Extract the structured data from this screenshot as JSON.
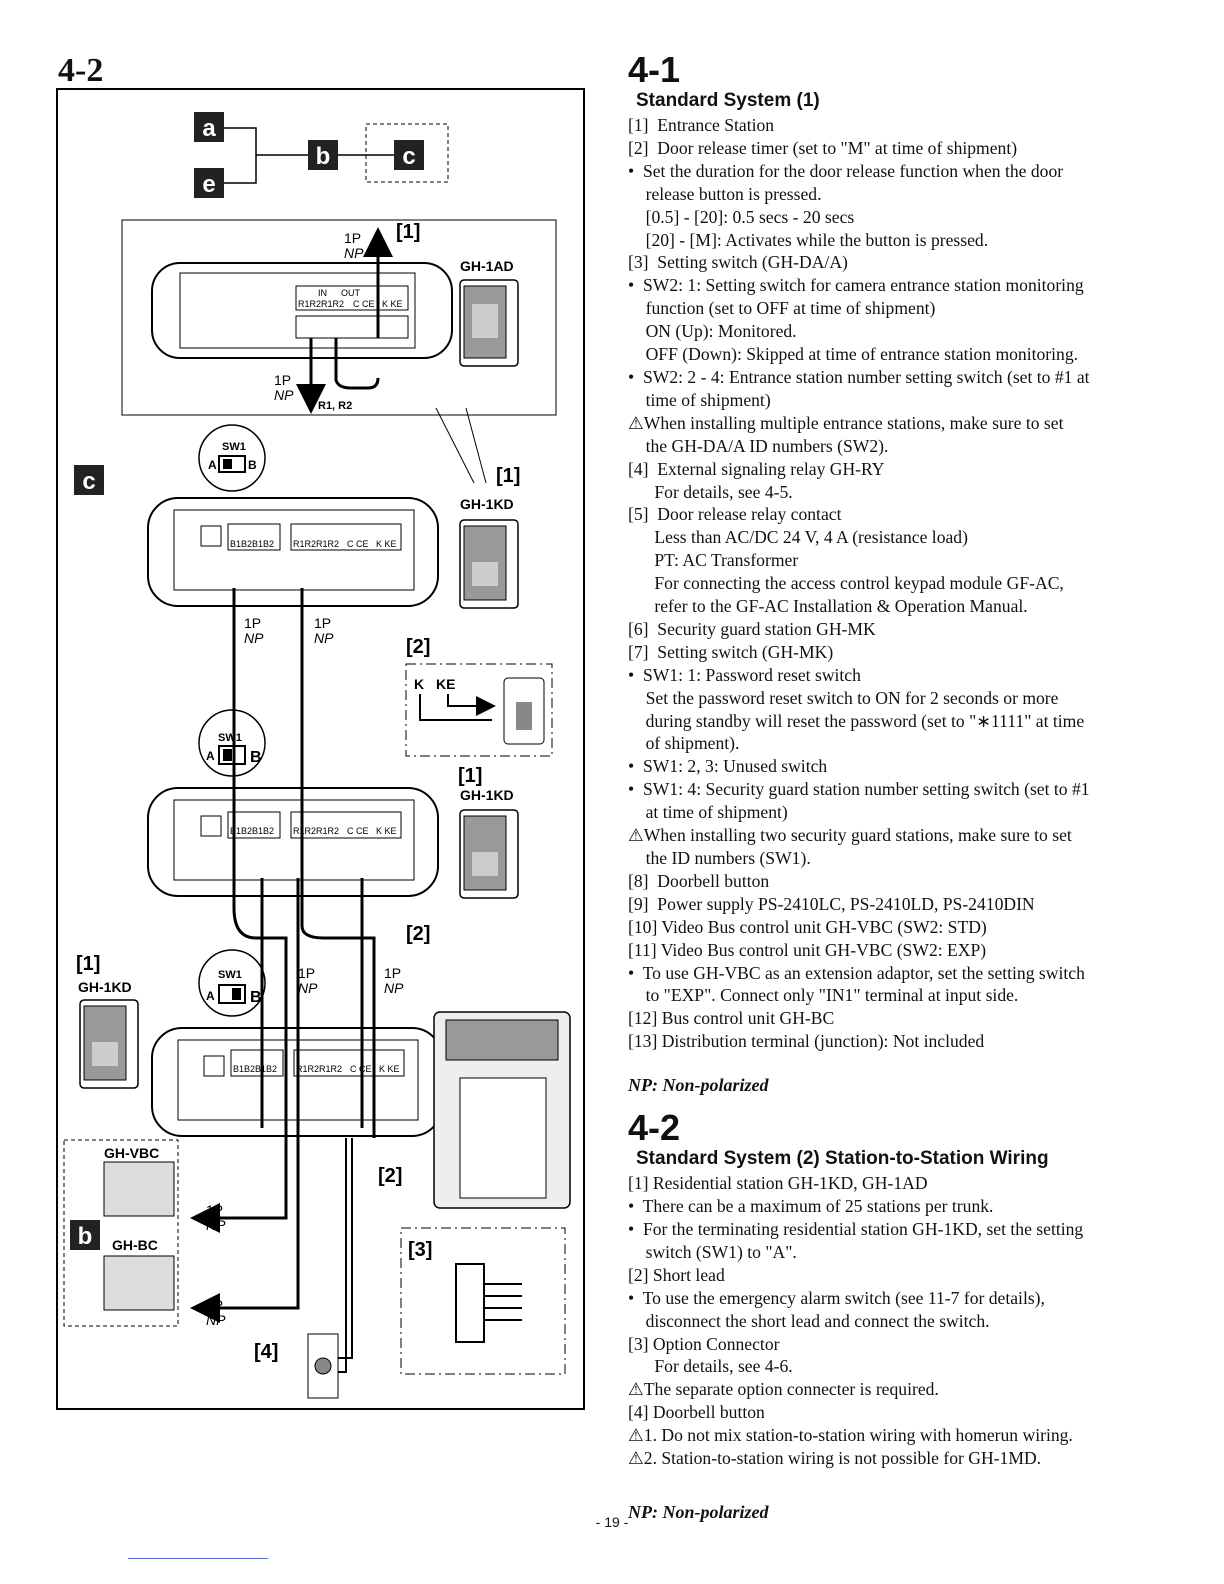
{
  "diagram": {
    "heading": "4-2",
    "legend": {
      "a": "a",
      "b": "b",
      "c": "c",
      "e": "e"
    },
    "labels": {
      "p1": "1P",
      "np": "NP",
      "r1r2": "R1, R2",
      "ref1": "[1]",
      "ref2": "[2]",
      "ref3": "[3]",
      "ref4": "[4]",
      "gh1ad": "GH-1AD",
      "gh1kd": "GH-1KD",
      "ghvbc": "GH-VBC",
      "ghbc": "GH-BC",
      "sw1": "SW1",
      "A": "A",
      "B": "B",
      "K": "K",
      "KE": "KE",
      "in": "IN",
      "out": "OUT",
      "t_r1r2": "R1R2R1R2",
      "t_b": "B1B2B1B2",
      "t_cce": "C CE",
      "t_kke": "K KE"
    }
  },
  "sec1": {
    "num": "4-1",
    "title": "Standard System (1)",
    "lines": [
      "[1]  Entrance Station",
      "[2]  Door release timer (set to \"M\" at time of shipment)",
      "•  Set the duration for the door release function when the door",
      "    release button is pressed.",
      "    [0.5] - [20]: 0.5 secs - 20 secs",
      "    [20] - [M]: Activates while the button is pressed.",
      "[3]  Setting switch (GH-DA/A)",
      "•  SW2: 1: Setting switch for camera entrance station monitoring",
      "    function (set to OFF at time of shipment)",
      "    ON (Up): Monitored.",
      "    OFF (Down): Skipped at time of entrance station monitoring.",
      "•  SW2: 2 - 4: Entrance station number setting switch (set to #1 at",
      "    time of shipment)",
      "⚠When installing multiple entrance stations, make sure to set",
      "    the GH-DA/A ID numbers (SW2).",
      "[4]  External signaling relay GH-RY",
      "      For details, see 4-5.",
      "[5]  Door release relay contact",
      "      Less than AC/DC 24 V, 4 A (resistance load)",
      "      PT: AC Transformer",
      "      For connecting the access control keypad module GF-AC,",
      "      refer to the GF-AC Installation & Operation Manual.",
      "[6]  Security guard station GH-MK",
      "[7]  Setting switch (GH-MK)",
      "•  SW1: 1: Password reset switch",
      "    Set the password reset switch to ON for 2 seconds or more",
      "    during standby will reset the password (set to \"∗1111\" at time",
      "    of shipment).",
      "•  SW1: 2, 3: Unused switch",
      "•  SW1: 4: Security guard station number setting switch (set to #1",
      "    at time of shipment)",
      "⚠When installing two security guard stations, make sure to set",
      "    the ID numbers (SW1).",
      "[8]  Doorbell button",
      "[9]  Power supply PS-2410LC, PS-2410LD, PS-2410DIN",
      "[10] Video Bus control unit GH-VBC (SW2: STD)",
      "[11] Video Bus control unit GH-VBC (SW2: EXP)",
      "•  To use GH-VBC as an extension adaptor, set the setting switch",
      "    to \"EXP\". Connect only \"IN1\" terminal at input side.",
      "[12] Bus control unit GH-BC",
      "[13] Distribution terminal (junction): Not included"
    ],
    "np_note": "NP: Non-polarized"
  },
  "sec2": {
    "num": "4-2",
    "title": "Standard System (2) Station-to-Station Wiring",
    "lines": [
      "[1] Residential station GH-1KD, GH-1AD",
      "•  There can be a maximum of 25 stations per trunk.",
      "•  For the terminating residential station GH-1KD, set the setting",
      "    switch (SW1) to \"A\".",
      "[2] Short lead",
      "•  To use the emergency alarm switch (see 11-7 for details),",
      "    disconnect the short lead and connect the switch.",
      "[3] Option Connector",
      "      For details, see 4-6.",
      "⚠The separate option connecter is required.",
      "[4] Doorbell button",
      "⚠1. Do not mix station-to-station wiring with homerun wiring.",
      "⚠2. Station-to-station wiring is not possible for GH-1MD."
    ],
    "np_note": "NP: Non-polarized"
  },
  "page_number": "- 19 -"
}
